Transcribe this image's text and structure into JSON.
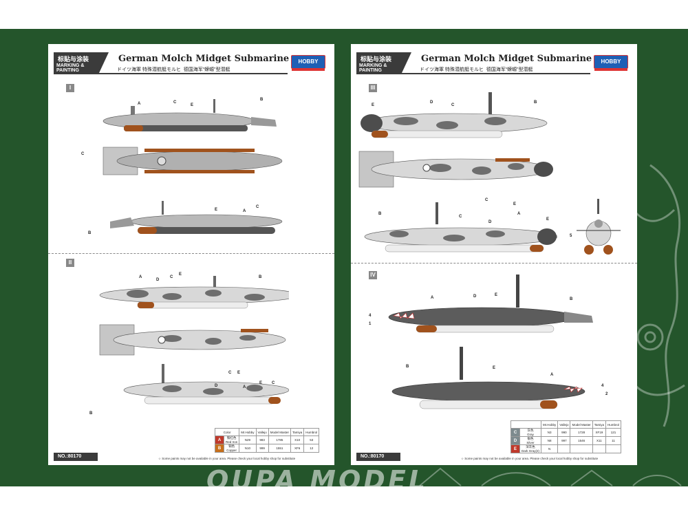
{
  "watermark": "OUPA MODEL",
  "sheets": [
    {
      "header": {
        "cn": "标贴与涂装",
        "en": "MARKING & PAINTING",
        "title": "German Molch Midget Submarine",
        "sub_jp": "ドイツ海軍 特殊潜航艇モルヒ",
        "sub_cn": "德国海军“蝾螈”型潜艇",
        "logo": "HOBBY BOSS"
      },
      "steps": [
        "I",
        "II"
      ],
      "footer_no": "NO.:80170",
      "footer_note": "☆ Some paints may not be available in your area. Please check your local hobby shop for substitute",
      "color_table": {
        "header": [
          "Color",
          "Mr.Hobby",
          "Vallejo",
          "Model Master",
          "Tamiya",
          "Humbrol"
        ],
        "rows": [
          {
            "key": "A",
            "name_cn": "铁红色",
            "name_en": "Red Iron",
            "mrhobby": "N29",
            "vallejo": "983",
            "modelmaster": "1785",
            "tamiya": "X10",
            "humbrol": "53",
            "color": "#c0392b"
          },
          {
            "key": "B",
            "name_cn": "铜色",
            "name_en": "Copper",
            "mrhobby": "N10",
            "vallejo": "999",
            "modelmaster": "1551",
            "tamiya": "XF6",
            "humbrol": "12",
            "color": "#c8701c"
          }
        ]
      }
    },
    {
      "header": {
        "cn": "标贴与涂装",
        "en": "MARKING & PAINTING",
        "title": "German Molch Midget Submarine",
        "sub_jp": "ドイツ海軍 特殊潜航艇モルヒ",
        "sub_cn": "德国海军“蝾螈”型潜艇",
        "logo": "HOBBY BOSS"
      },
      "steps": [
        "III",
        "IV"
      ],
      "footer_no": "NO.:80170",
      "footer_note": "☆ Some paints may not be available in your area. Please check your local hobby shop for substitute",
      "color_table": {
        "header": [
          "",
          "Mr.Hobby",
          "Vallejo",
          "Model Master",
          "Tamiya",
          "Humbrol"
        ],
        "rows": [
          {
            "key": "C",
            "name_cn": "灰色",
            "name_en": "Gray",
            "mrhobby": "N3",
            "vallejo": "990",
            "modelmaster": "1728",
            "tamiya": "XF19",
            "humbrol": "121",
            "color": "#7d8a8e"
          },
          {
            "key": "D",
            "name_cn": "银色",
            "name_en": "Silver",
            "mrhobby": "N8",
            "vallejo": "997",
            "modelmaster": "1546",
            "tamiya": "X11",
            "humbrol": "11",
            "color": "#7d8a8e"
          },
          {
            "key": "E",
            "name_cn": "深灰色",
            "name_en": "Dark Gray(2)",
            "mrhobby": "N",
            "vallejo": "",
            "modelmaster": "",
            "tamiya": "",
            "humbrol": "",
            "color": "#c0392b"
          }
        ]
      }
    }
  ],
  "callouts": {
    "s1": [
      "A",
      "C",
      "E",
      "B",
      "C",
      "B",
      "E",
      "A",
      "C"
    ],
    "s2": [
      "A",
      "D",
      "C",
      "E",
      "B",
      "C",
      "E",
      "B",
      "D",
      "A",
      "E",
      "C"
    ],
    "s3": [
      "E",
      "D",
      "C",
      "B",
      "C",
      "E",
      "B",
      "C",
      "D",
      "A",
      "E",
      "5"
    ],
    "s4": [
      "4",
      "1",
      "A",
      "D",
      "E",
      "B",
      "B",
      "E",
      "A",
      "4",
      "2"
    ]
  }
}
